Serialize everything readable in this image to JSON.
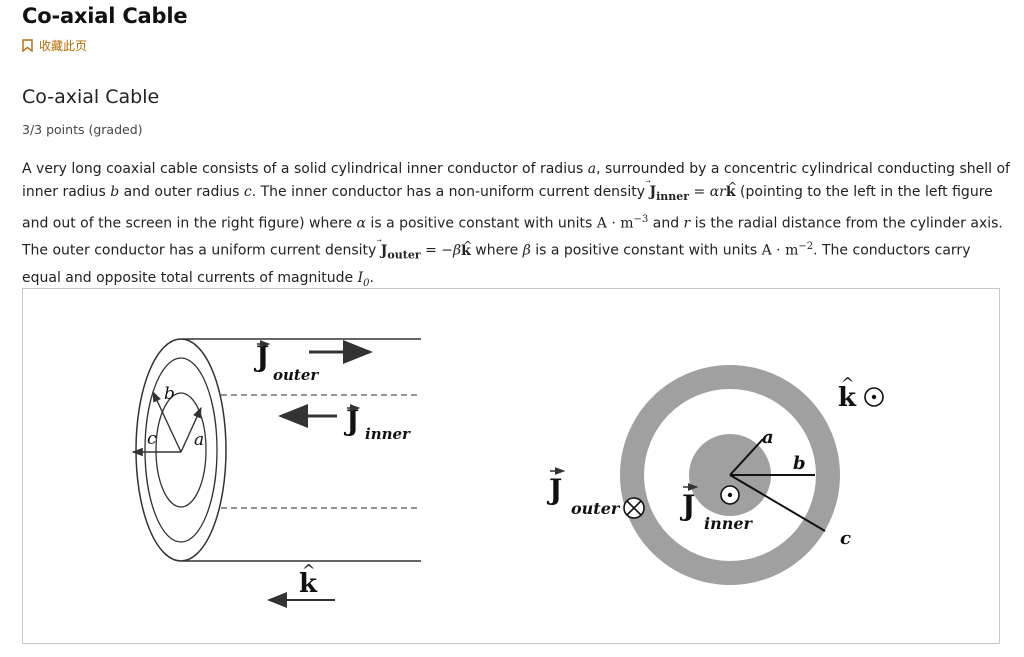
{
  "header": {
    "title": "Co-axial Cable",
    "bookmark_label": "收藏此页"
  },
  "problem": {
    "title": "Co-axial Cable",
    "points": "3/3 points (graded)",
    "text": {
      "p1": "A very long coaxial cable consists of a solid cylindrical inner conductor of radius ",
      "a": "a",
      "p2": ", surrounded by a concentric cylindrical conducting shell of inner radius ",
      "b": "b",
      "p3": " and outer radius ",
      "c": "c",
      "p4": ". The inner conductor has a non-uniform current density ",
      "J": "J",
      "inner": "inner",
      "eq1": " = ",
      "alpha": "α",
      "r": "r",
      "k": "k",
      "p5": " (pointing to the left in the left figure and out of the screen in the right figure) where ",
      "p6": " is a positive constant with units ",
      "unitA": "A · m",
      "exp3": "−3",
      "p7": " and ",
      "p8": " is the radial distance from the cylinder axis. The outer conductor has a uniform current density ",
      "outer": "outer",
      "eq2": " = −",
      "beta": "β",
      "p9": " where ",
      "p10": " is a positive constant with units ",
      "exp2": "−2",
      "p11": ". The conductors carry equal and opposite total currents of magnitude ",
      "I": "I",
      "zero": "0",
      "p12": "."
    }
  },
  "figure": {
    "left": {
      "J_symbol": "J",
      "outer_label": "outer",
      "inner_label": "inner",
      "k_symbol": "k",
      "a_label": "a",
      "b_label": "b",
      "c_label": "c"
    },
    "right": {
      "k_symbol": "k",
      "J_symbol": "J",
      "outer_label": "outer",
      "inner_label": "inner",
      "a_label": "a",
      "b_label": "b",
      "c_label": "c"
    }
  }
}
